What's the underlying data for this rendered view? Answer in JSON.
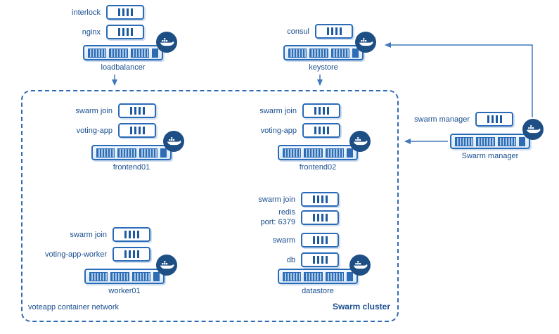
{
  "diagram": {
    "cluster": {
      "network_label": "voteapp container network",
      "title": "Swarm cluster"
    },
    "hosts": {
      "loadbalancer": {
        "name": "loadbalancer",
        "containers": {
          "interlock": "interlock",
          "nginx": "nginx"
        }
      },
      "keystore": {
        "name": "keystore",
        "containers": {
          "consul": "consul"
        }
      },
      "swarm_manager": {
        "name": "Swarm manager",
        "containers": {
          "manager": "swarm manager"
        }
      },
      "frontend01": {
        "name": "frontend01",
        "containers": {
          "swarm_join": "swarm join",
          "voting_app": "voting-app"
        }
      },
      "frontend02": {
        "name": "frontend02",
        "containers": {
          "swarm_join": "swarm join",
          "voting_app": "voting-app"
        }
      },
      "worker01": {
        "name": "worker01",
        "containers": {
          "swarm_join": "swarm join",
          "voting_app_worker": "voting-app-worker"
        }
      },
      "datastore": {
        "name": "datastore",
        "containers": {
          "swarm_join": "swarm join",
          "redis": "redis\nport: 6379",
          "swarm": "swarm",
          "db": "db"
        }
      }
    },
    "colors": {
      "accent_border": "#2a6bb8",
      "text": "#1b4f8f",
      "whale_badge": "#1d4f85",
      "arrow_line": "#3f78bd"
    }
  }
}
